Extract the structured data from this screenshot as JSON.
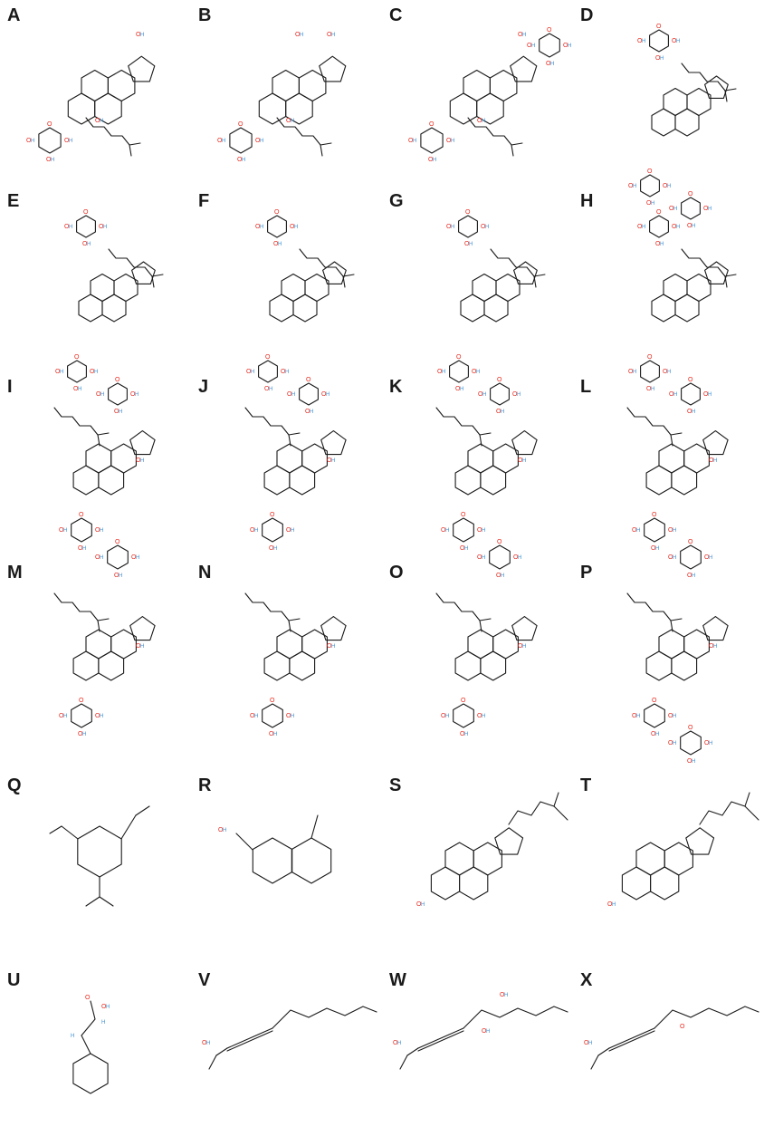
{
  "labels": [
    "A",
    "B",
    "C",
    "D",
    "E",
    "F",
    "G",
    "H",
    "I",
    "J",
    "K",
    "L",
    "M",
    "N",
    "O",
    "P",
    "Q",
    "R",
    "S",
    "T",
    "U",
    "V",
    "W",
    "X"
  ],
  "colors": {
    "bond": "#1a1a1a",
    "oxygen": "#e8261a",
    "hydrogen": "#3b8fd0",
    "label": "#1a1a1a"
  }
}
